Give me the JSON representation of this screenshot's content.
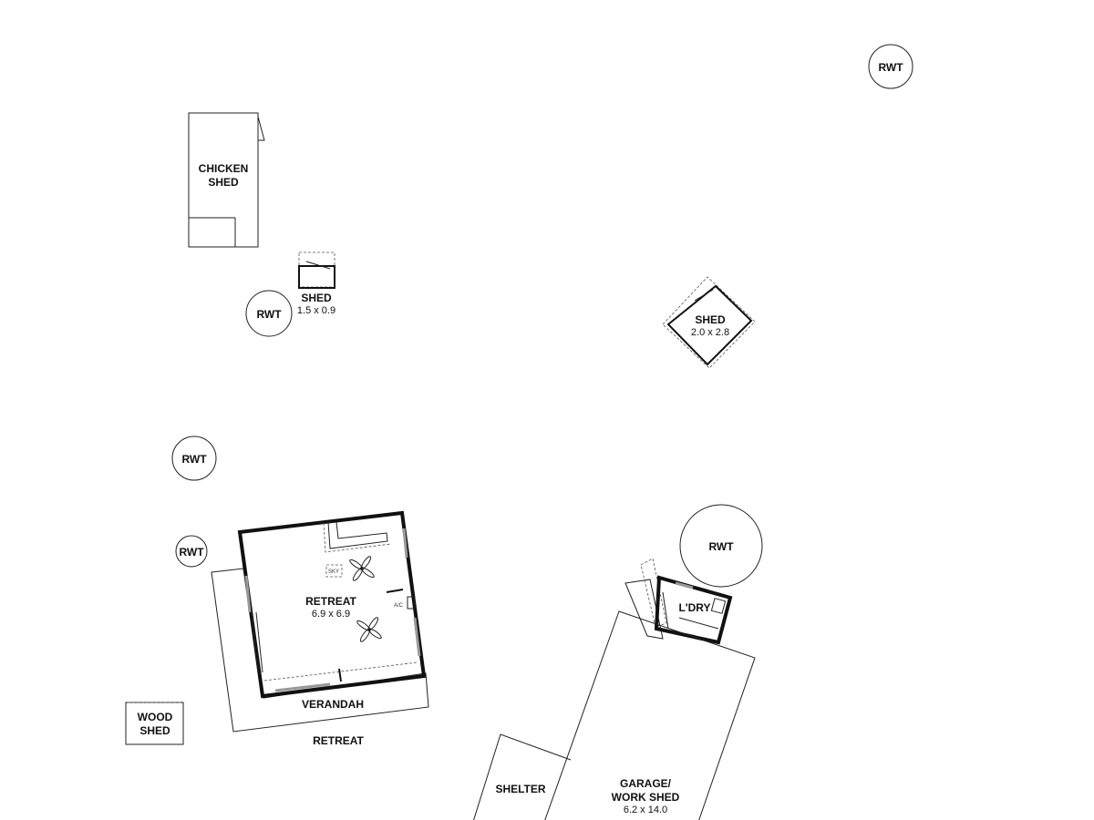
{
  "labels": {
    "rwt": "RWT",
    "chicken_shed_1": "CHICKEN",
    "chicken_shed_2": "SHED",
    "shed_small": "SHED",
    "shed_small_size": "1.5 x 0.9",
    "shed_diamond": "SHED",
    "shed_diamond_size": "2.0 x 2.8",
    "retreat_room": "RETREAT",
    "retreat_room_size": "6.9 x 6.9",
    "verandah": "VERANDAH",
    "retreat": "RETREAT",
    "wood_shed_1": "WOOD",
    "wood_shed_2": "SHED",
    "laundry": "L'DRY",
    "garage_1": "GARAGE/",
    "garage_2": "WORK SHED",
    "garage_size": "6.2 x 14.0",
    "shelter": "SHELTER",
    "skylight": "SKY",
    "ac": "A/C"
  }
}
